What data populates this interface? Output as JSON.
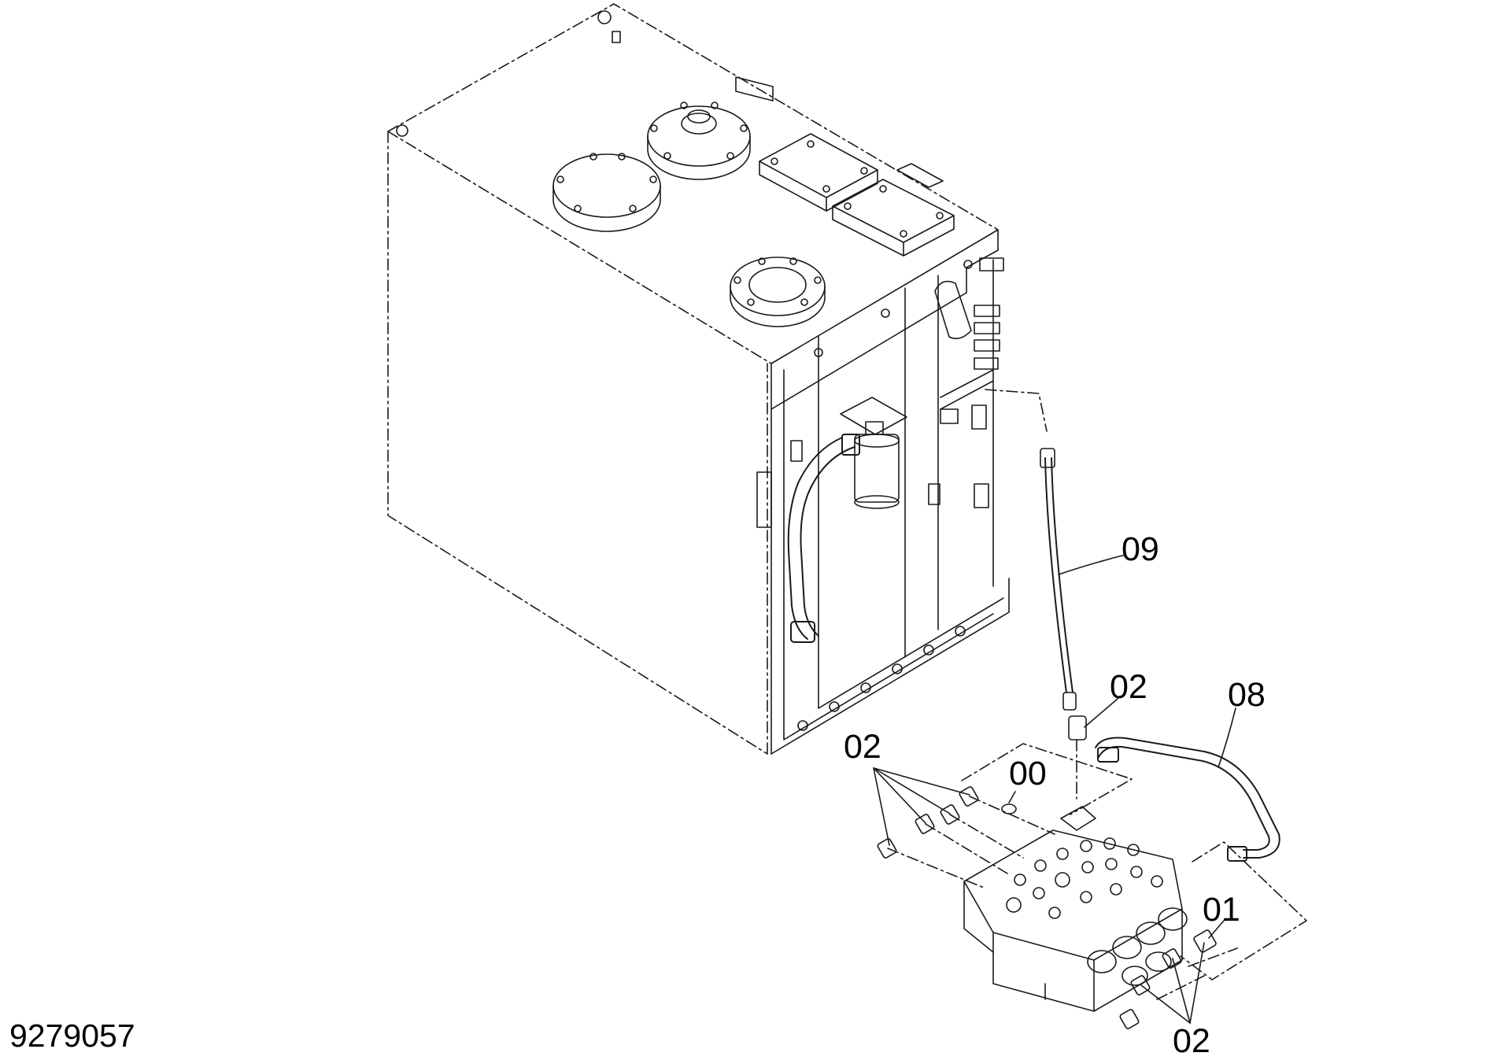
{
  "drawing_number": "9279057",
  "callouts": {
    "c09": "09",
    "c02_hose": "02",
    "c08": "08",
    "c02_left": "02",
    "c00": "00",
    "c01": "01",
    "c02_bottom": "02"
  },
  "colors": {
    "line": "#1a1a1a",
    "background": "#ffffff"
  }
}
